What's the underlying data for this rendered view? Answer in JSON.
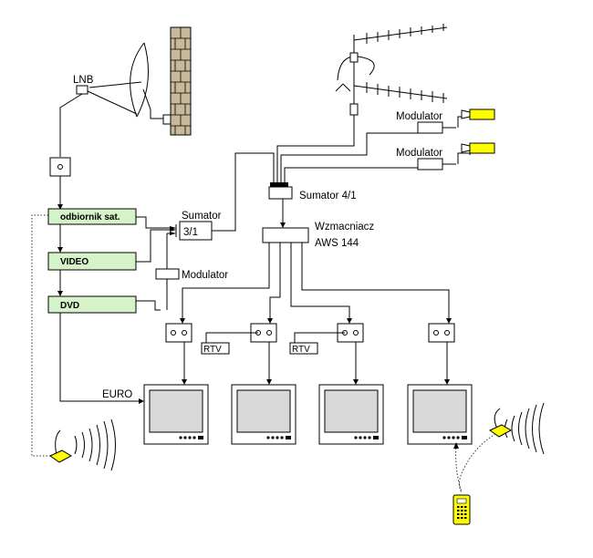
{
  "labels": {
    "lnb": "LNB",
    "receiver": "odbiornik sat.",
    "video": "VIDEO",
    "dvd": "DVD",
    "combiner3_title": "Sumator",
    "combiner3_ratio": "3/1",
    "modulator_local": "Modulator",
    "combiner4": "Sumator 4/1",
    "amp_line1": "Wzmacniacz",
    "amp_line2": "AWS 144",
    "modulator_top": "Modulator",
    "modulator_bottom": "Modulator",
    "rtv_1": "RTV",
    "rtv_2": "RTV",
    "euro": "EURO"
  },
  "colors": {
    "source_box": "#d6f2c8",
    "camera": "#ffff00",
    "remote": "#ffff00",
    "wall_brick": "#c8b99a"
  }
}
